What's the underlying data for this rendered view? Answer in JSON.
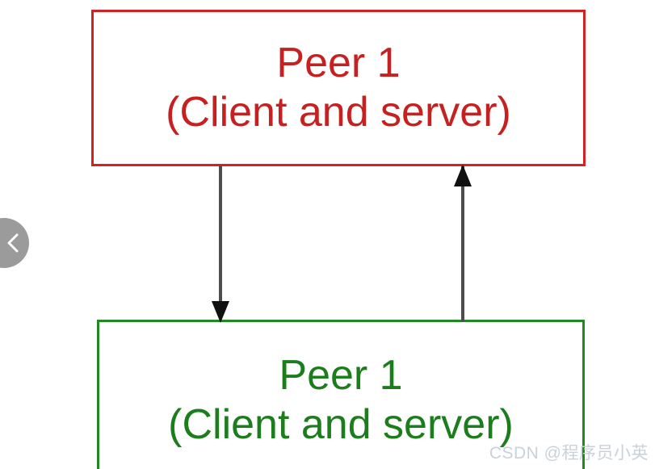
{
  "diagram": {
    "type": "flow",
    "nodes": [
      {
        "id": "peer-top",
        "line_1": "Peer 1",
        "line_2": "(Client and server)",
        "border_color": "#d42121",
        "text_color": "#c62020"
      },
      {
        "id": "peer-bottom",
        "line_1": "Peer 1",
        "line_2": "(Client and server)",
        "border_color": "#1f8a1f",
        "text_color": "#1b7d1b"
      }
    ],
    "connectors": [
      {
        "id": "down-arrow",
        "direction": "down",
        "from": "peer-top",
        "to": "peer-bottom",
        "color": "#4d4d4d"
      },
      {
        "id": "up-arrow",
        "direction": "up",
        "from": "peer-bottom",
        "to": "peer-top",
        "color": "#4d4d4d"
      }
    ]
  },
  "viewer": {
    "prev_button_label": "",
    "prev_icon": "chevron-left-icon"
  },
  "watermark": {
    "text": "CSDN @程序员小英"
  }
}
